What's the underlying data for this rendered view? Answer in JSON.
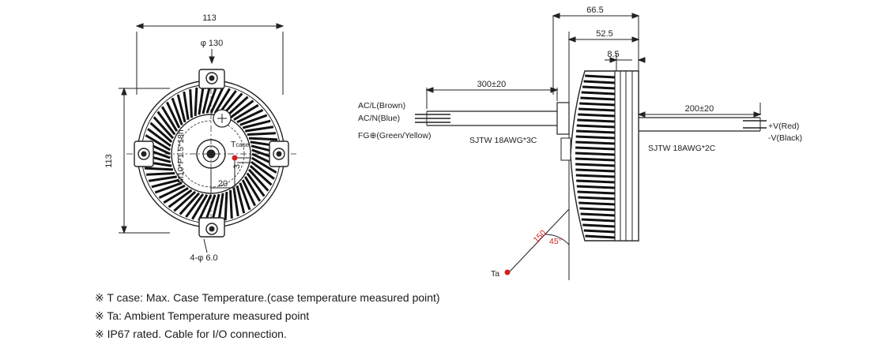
{
  "front_view": {
    "dim_width": "113",
    "dim_height": "113",
    "dim_diameter": "φ 130",
    "dim_holes": "4-φ 6.0",
    "thread_label": "M10*P1.5*18h",
    "tcase_label": "T",
    "tcase_sub": "case",
    "dim_offset_x": "20",
    "dim_offset_y": "3"
  },
  "side_view": {
    "dim_total": "66.5",
    "dim_body": "52.5",
    "dim_cap": "8.5",
    "input_cable_length": "300±20",
    "output_cable_length": "200±20",
    "input_wire_1": "AC/L(Brown)",
    "input_wire_2": "AC/N(Blue)",
    "input_wire_3": "FG⊕(Green/Yellow)",
    "input_cable_spec": "SJTW 18AWG*3C",
    "output_wire_1": "+V(Red)",
    "output_wire_2": "-V(Black)",
    "output_cable_spec": "SJTW 18AWG*2C",
    "ta_distance": "150",
    "ta_angle": "45°",
    "ta_label": "Ta"
  },
  "notes": [
    "※ T case: Max. Case Temperature.(case temperature measured point)",
    "※ Ta: Ambient Temperature measured point",
    "※ IP67 rated. Cable for I/O connection."
  ],
  "colors": {
    "line": "#222222",
    "fin": "#111111",
    "marker": "#d42020"
  }
}
